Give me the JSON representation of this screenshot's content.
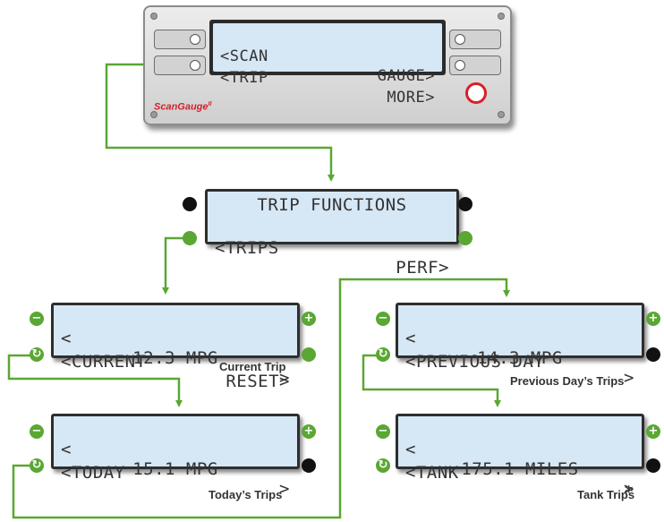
{
  "device": {
    "screen_line1_left": "<SCAN",
    "screen_line1_right": "GAUGE>",
    "screen_line2_left": "<TRIP",
    "screen_line2_right": "MORE>",
    "brand": "ScanGauge",
    "brand_mark": "II"
  },
  "trip_functions": {
    "line1": "TRIP FUNCTIONS",
    "line2_left": "<TRIPS",
    "line2_right": "PERF>"
  },
  "current_trip": {
    "line1_left": "<",
    "line1_center": "12.3 MPG",
    "line1_right": ">",
    "line2_left": "<CURRENT",
    "line2_right": "RESET>",
    "caption": "Current Trip"
  },
  "today": {
    "line1_left": "<",
    "line1_center": "15.1 MPG",
    "line1_right": ">",
    "line2_left": "<TODAY",
    "caption": "Today’s Trips"
  },
  "previous_day": {
    "line1_left": "<",
    "line1_center": "14.3 MPG",
    "line1_right": ">",
    "line2_left": "<PREVIOUS DAY",
    "caption": "Previous Day’s Trips"
  },
  "tank": {
    "line1_left": "<",
    "line1_center": "175.1 MILES",
    "line1_right": ">",
    "line2_left": "<TANK",
    "line2_right": "*",
    "caption": "Tank Trips"
  },
  "symbols": {
    "minus": "−",
    "plus": "+",
    "cycle": "↻"
  },
  "colors": {
    "accent_green": "#5aa733",
    "lcd_background": "#d6e7f5",
    "brand_red": "#d81f2a"
  }
}
